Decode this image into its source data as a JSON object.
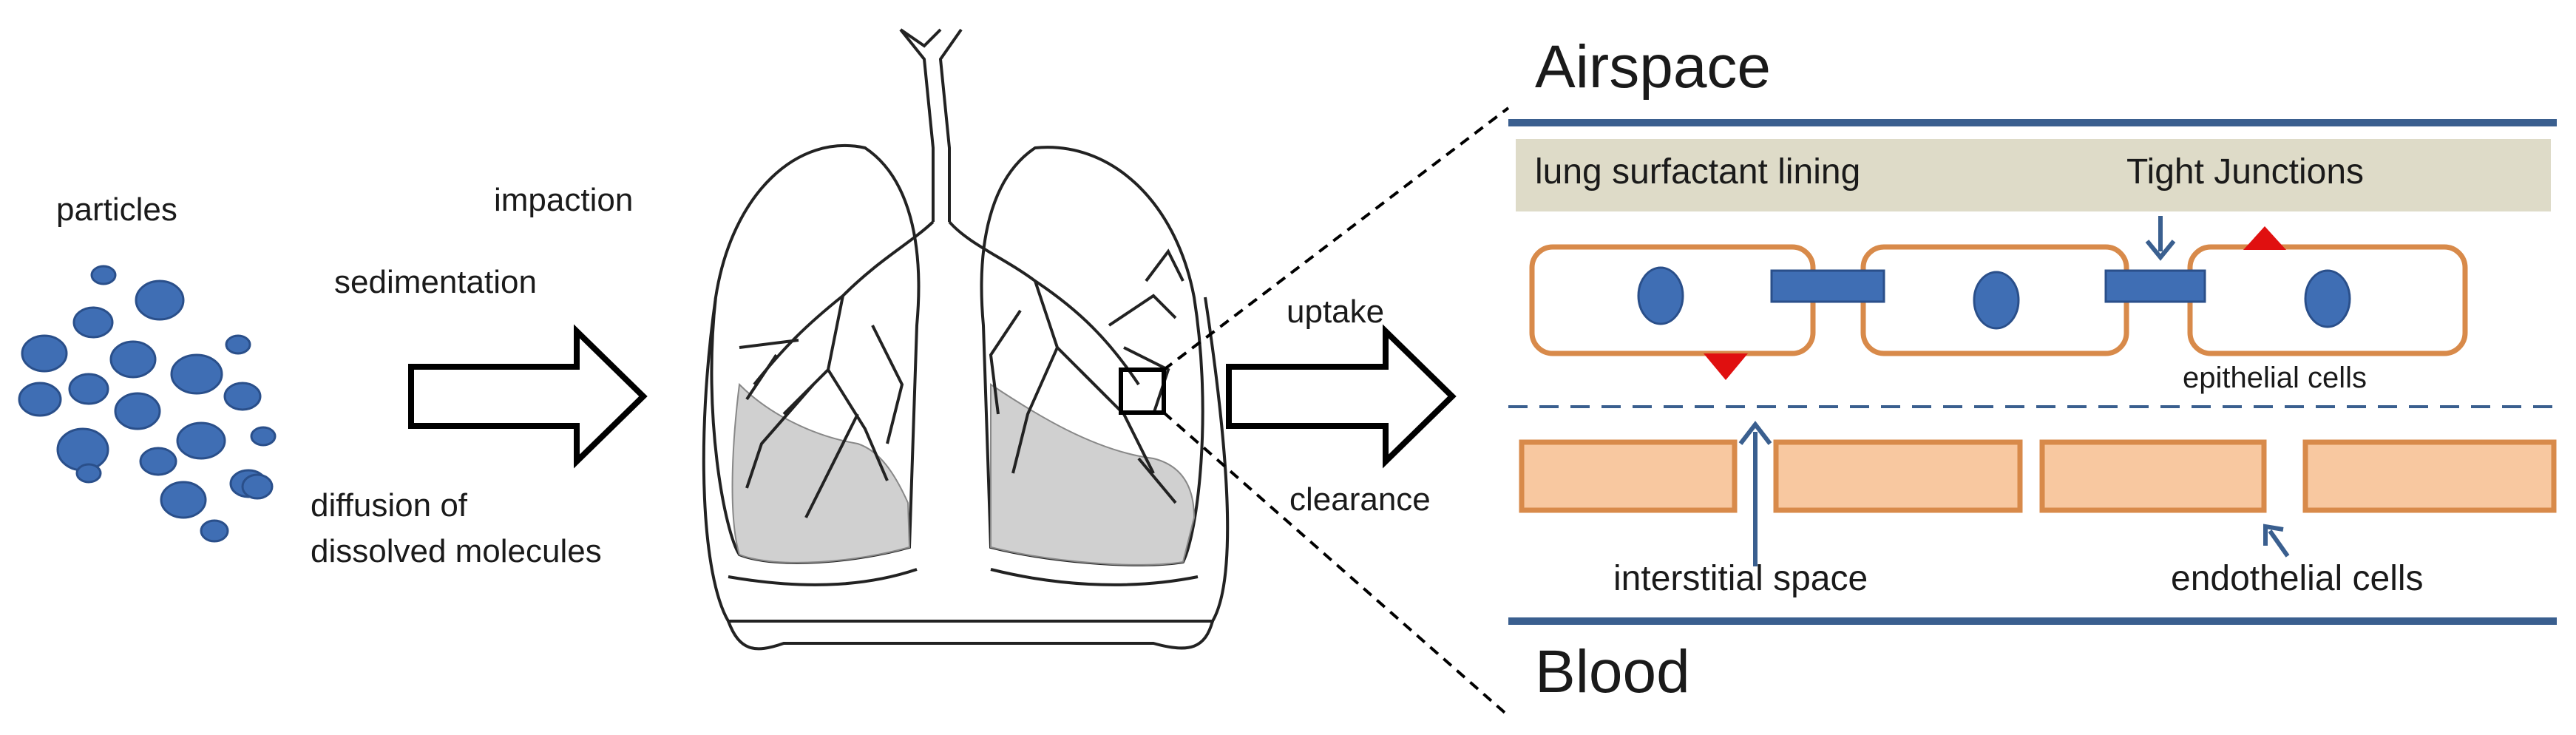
{
  "colors": {
    "particle": "#3f6eb4",
    "particle_stroke": "#2a4f8a",
    "cell_border": "#d88a4a",
    "endothelial_fill": "#f8c8a0",
    "surfactant_fill": "#dedbc8",
    "membrane_line": "#3a5f8f",
    "marker": "#e01010",
    "lung_shade": "#d0d0d0"
  },
  "left": {
    "particles_label": "particles"
  },
  "mechanisms": {
    "impaction": "impaction",
    "sedimentation": "sedimentation",
    "diffusion_line1": "diffusion of",
    "diffusion_line2": "dissolved molecules"
  },
  "right_labels": {
    "uptake": "uptake",
    "clearance": "clearance"
  },
  "detail": {
    "airspace": "Airspace",
    "blood": "Blood",
    "surfactant": "lung surfactant lining",
    "tight_junctions": "Tight Junctions",
    "epithelial": "epithelial cells",
    "interstitial": "interstitial space",
    "endothelial": "endothelial cells"
  }
}
